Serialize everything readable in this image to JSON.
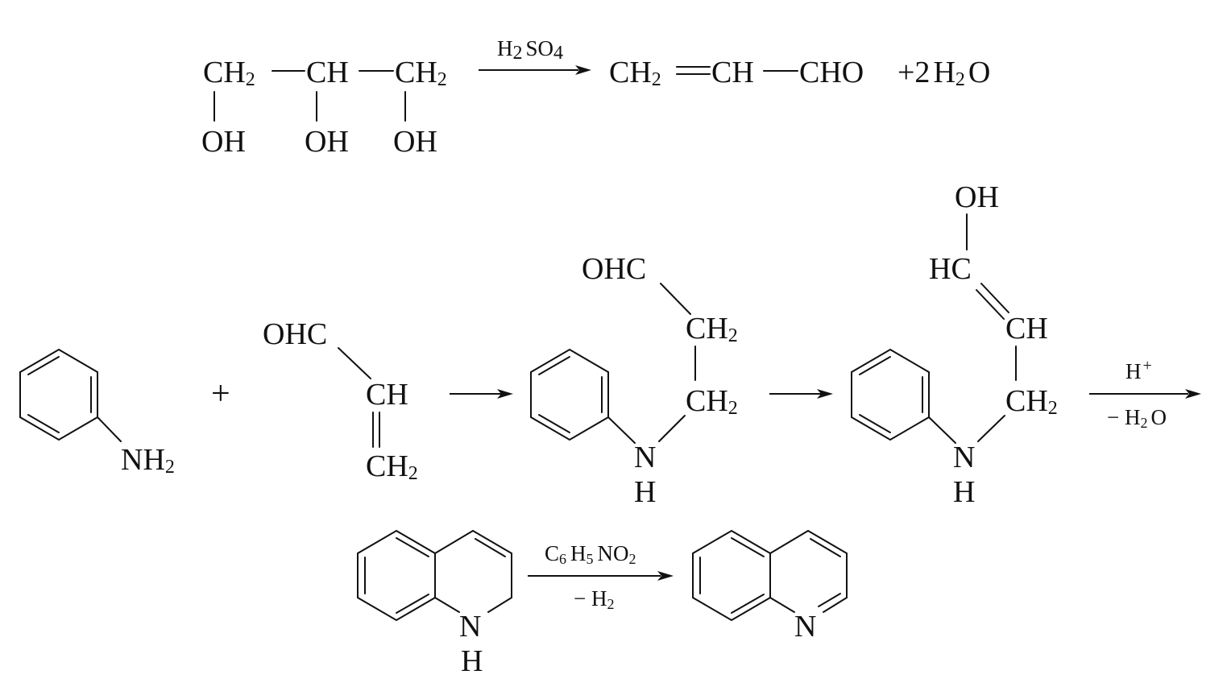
{
  "reaction1": {
    "glycerol": {
      "ch2_left": "CH",
      "ch2_left_sub": "2",
      "ch_mid": "CH",
      "ch2_right": "CH",
      "ch2_right_sub": "2",
      "oh1": "OH",
      "oh2": "OH",
      "oh3": "OH"
    },
    "reagent": {
      "h": "H",
      "h_sub": "2",
      "so": "SO",
      "so_sub": "4"
    },
    "acrolein": {
      "ch2": "CH",
      "ch2_sub": "2",
      "ch": "CH",
      "cho": "CHO"
    },
    "water": {
      "plus_coef": "+2",
      "h": "H",
      "h_sub": "2",
      "o": "O"
    }
  },
  "reaction2": {
    "aniline": {
      "nh": "NH",
      "nh_sub": "2"
    },
    "plus": "+",
    "acrolein": {
      "ohc": "OHC",
      "ch": "CH",
      "ch2": "CH",
      "ch2_sub": "2"
    },
    "adduct": {
      "ohc": "OHC",
      "ch2_upper": "CH",
      "ch2_upper_sub": "2",
      "ch2_lower": "CH",
      "ch2_lower_sub": "2",
      "n": "N",
      "h": "H"
    },
    "enol": {
      "oh": "OH",
      "hc": "HC",
      "ch": "CH",
      "ch2": "CH",
      "ch2_sub": "2",
      "n": "N",
      "h": "H"
    },
    "step3_conditions": {
      "above": "H",
      "above_sup": "+",
      "below_prefix": "− H",
      "below_sub": "2",
      "below_suffix": "O"
    }
  },
  "reaction3": {
    "dihydroquinoline": {
      "n": "N",
      "h": "H"
    },
    "conditions": {
      "above_c": "C",
      "above_c_sub": "6",
      "above_h": "H",
      "above_h_sub": "5",
      "above_no": "NO",
      "above_no_sub": "2",
      "below_prefix": "− H",
      "below_sub": "2"
    },
    "quinoline": {
      "n": "N"
    }
  }
}
